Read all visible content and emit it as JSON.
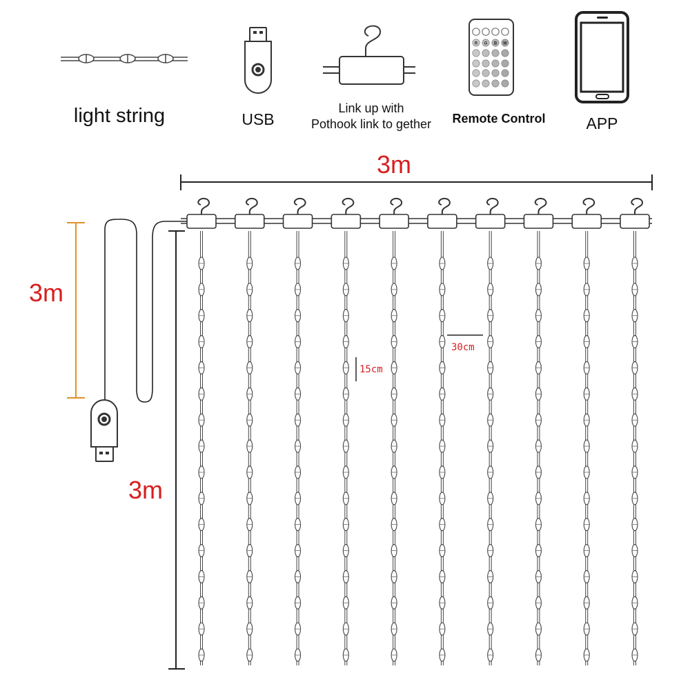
{
  "legend": {
    "light_string": "light string",
    "usb": "USB",
    "link_line1": "Link up with",
    "link_line2": "Pothook link to gether",
    "remote": "Remote Control",
    "app": "APP"
  },
  "remote_buttons": {
    "row2": [
      "R",
      "G",
      "B",
      "W"
    ]
  },
  "dimensions": {
    "width": "3m",
    "cable_length": "3m",
    "height": "3m",
    "bulb_spacing": "15cm",
    "strand_spacing": "30cm"
  },
  "curtain": {
    "strand_count": 10,
    "bulbs_per_strand": 16
  },
  "colors": {
    "dimension_text": "#d61f1f",
    "cable_dimension": "#e0902a",
    "line": "#333333"
  }
}
